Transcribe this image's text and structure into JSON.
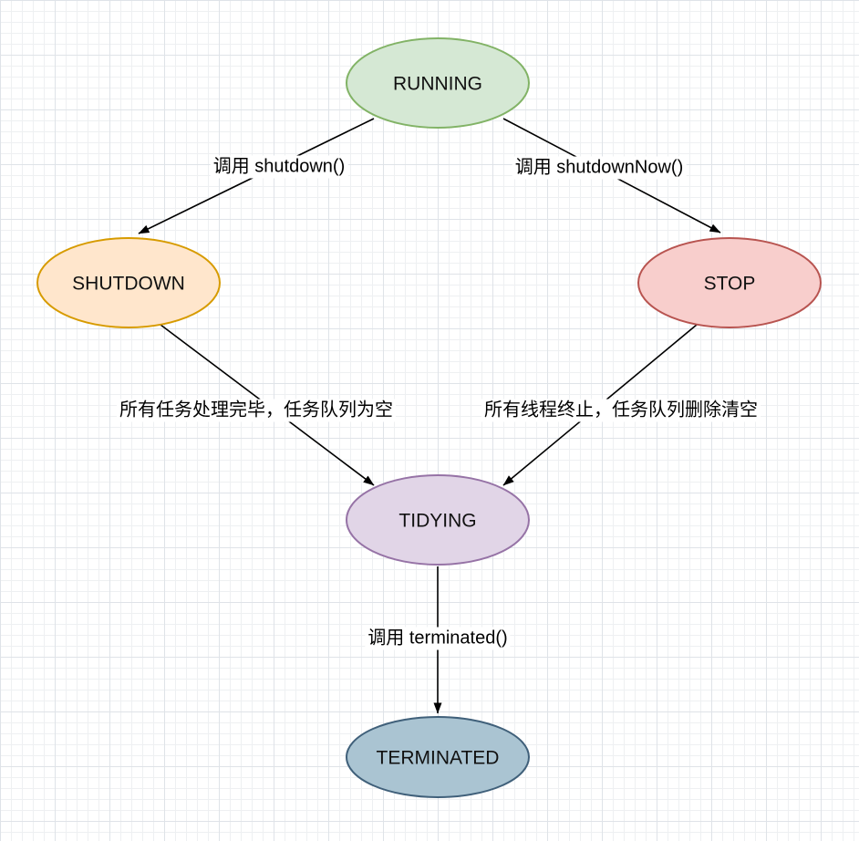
{
  "diagram": {
    "type": "state-diagram",
    "edge_color": "#000000",
    "nodes": [
      {
        "id": "running",
        "label": "RUNNING",
        "fill": "#d5e8d4",
        "stroke": "#82b366"
      },
      {
        "id": "shutdown",
        "label": "SHUTDOWN",
        "fill": "#ffe6cc",
        "stroke": "#d79b00"
      },
      {
        "id": "stop",
        "label": "STOP",
        "fill": "#f8cecc",
        "stroke": "#b85450"
      },
      {
        "id": "tidying",
        "label": "TIDYING",
        "fill": "#e1d5e7",
        "stroke": "#9673a6"
      },
      {
        "id": "terminated",
        "label": "TERMINATED",
        "fill": "#aac4d2",
        "stroke": "#40607a"
      }
    ],
    "edges": [
      {
        "from": "running",
        "to": "shutdown",
        "label": "调用 shutdown()"
      },
      {
        "from": "running",
        "to": "stop",
        "label": "调用 shutdownNow()"
      },
      {
        "from": "shutdown",
        "to": "tidying",
        "label": "所有任务处理完毕，任务队列为空"
      },
      {
        "from": "stop",
        "to": "tidying",
        "label": "所有线程终止，任务队列删除清空"
      },
      {
        "from": "tidying",
        "to": "terminated",
        "label": "调用 terminated()"
      }
    ]
  }
}
